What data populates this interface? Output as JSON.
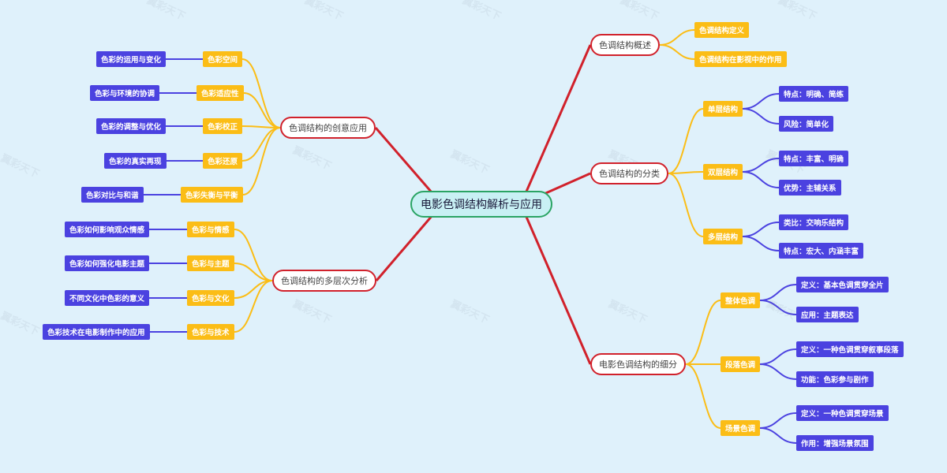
{
  "root": "电影色调结构解析与应用",
  "watermark": "翼彩天下",
  "branches": {
    "overview": "色调结构概述",
    "classification": "色调结构的分类",
    "subdivision": "电影色调结构的细分",
    "creative": "色调结构的创意应用",
    "multilevel": "色调结构的多层次分析"
  },
  "overview": {
    "definition": "色调结构定义",
    "role": "色调结构在影视中的作用"
  },
  "classification": {
    "single": {
      "label": "单层结构",
      "leaves": [
        "特点：明确、简练",
        "风险：简单化"
      ]
    },
    "double": {
      "label": "双层结构",
      "leaves": [
        "特点：丰富、明确",
        "优势：主辅关系"
      ]
    },
    "multi": {
      "label": "多层结构",
      "leaves": [
        "类比：交响乐结构",
        "特点：宏大、内涵丰富"
      ]
    }
  },
  "subdivision": {
    "overall": {
      "label": "整体色调",
      "leaves": [
        "定义：基本色调贯穿全片",
        "应用：主题表达"
      ]
    },
    "segment": {
      "label": "段落色调",
      "leaves": [
        "定义：一种色调贯穿叙事段落",
        "功能：色彩参与剧作"
      ]
    },
    "scene": {
      "label": "场景色调",
      "leaves": [
        "定义：一种色调贯穿场景",
        "作用：增强场景氛围"
      ]
    }
  },
  "creative": {
    "space": {
      "label": "色彩空间",
      "leaf": "色彩的运用与变化"
    },
    "adapt": {
      "label": "色彩适应性",
      "leaf": "色彩与环境的协调"
    },
    "correct": {
      "label": "色彩校正",
      "leaf": "色彩的调整与优化"
    },
    "restore": {
      "label": "色彩还原",
      "leaf": "色彩的真实再现"
    },
    "balance": {
      "label": "色彩失衡与平衡",
      "leaf": "色彩对比与和谐"
    }
  },
  "multilevel": {
    "emotion": {
      "label": "色彩与情感",
      "leaf": "色彩如何影响观众情感"
    },
    "theme": {
      "label": "色彩与主题",
      "leaf": "色彩如何强化电影主题"
    },
    "culture": {
      "label": "色彩与文化",
      "leaf": "不同文化中色彩的意义"
    },
    "tech": {
      "label": "色彩与技术",
      "leaf": "色彩技术在电影制作中的应用"
    }
  },
  "colors": {
    "background": "#dff1fb",
    "root_fill": "#c8f0f4",
    "root_border": "#2aa464",
    "branch_line": "#d1212b",
    "sub_fill": "#fbbd16",
    "leaf_fill": "#4b42e0"
  }
}
